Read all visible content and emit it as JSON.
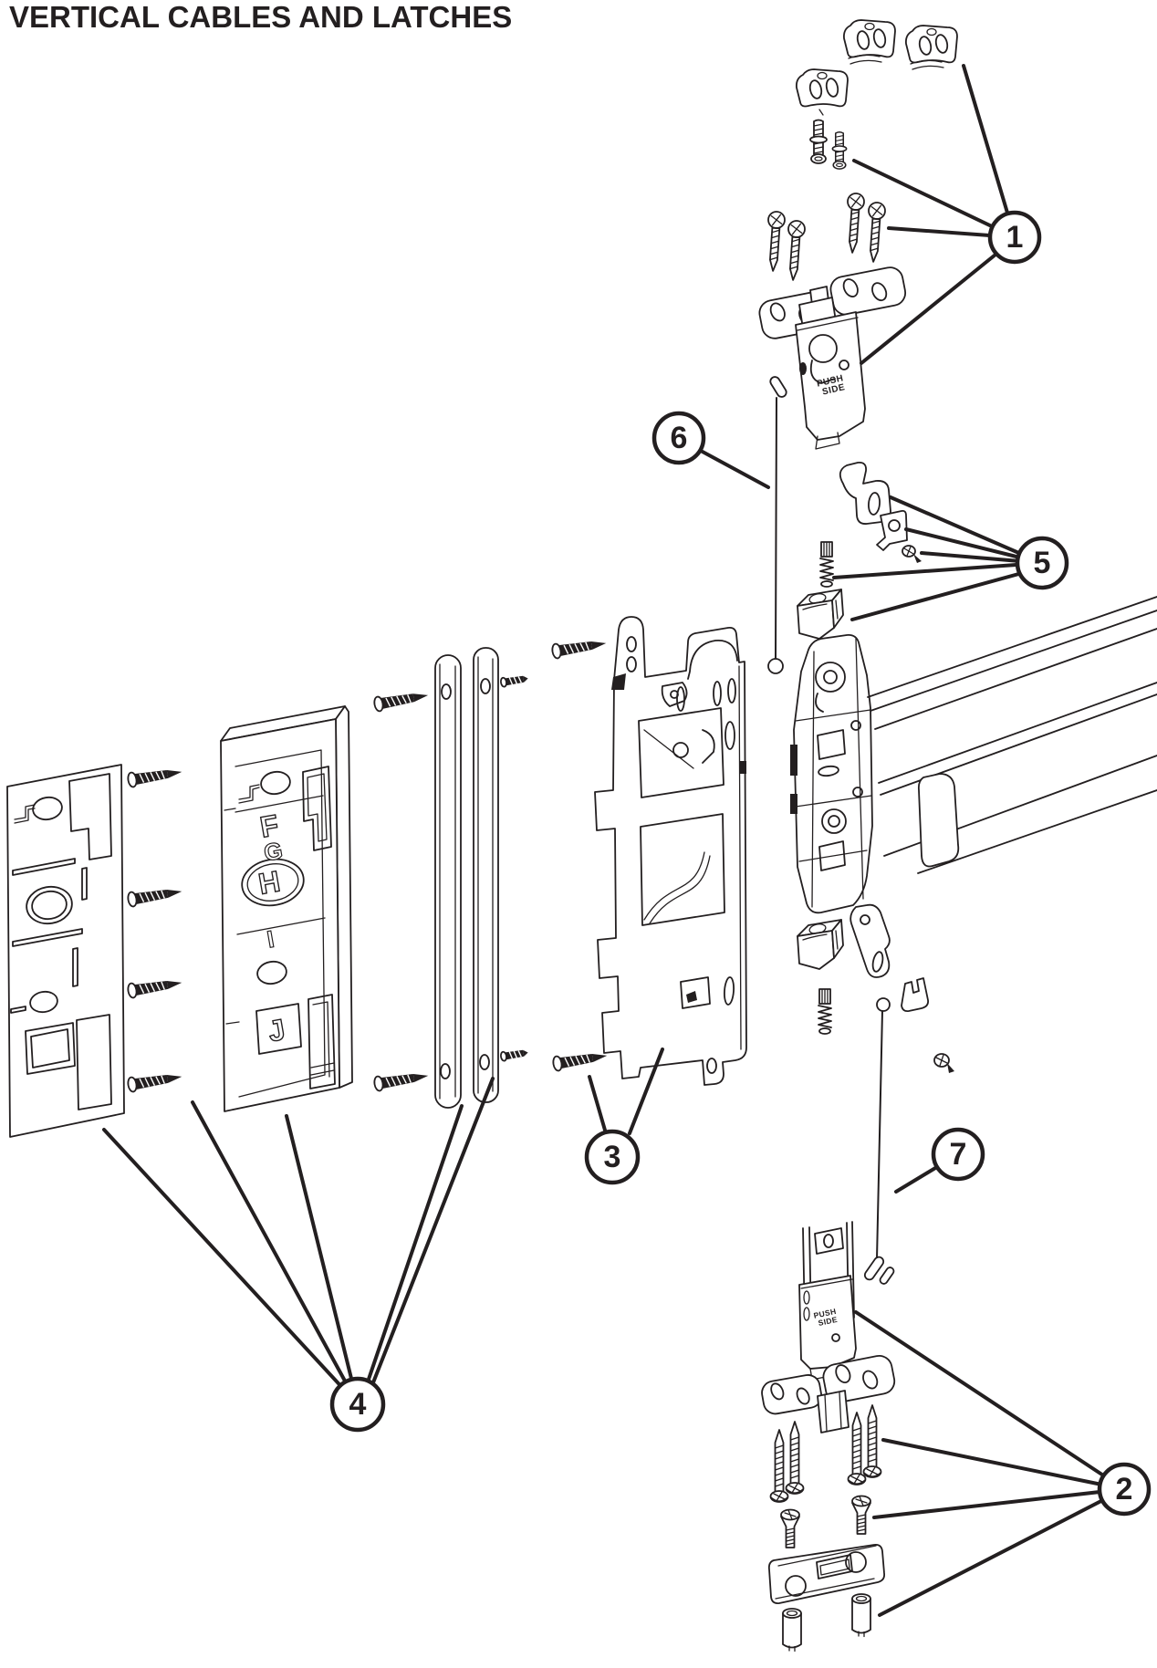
{
  "title": "VERTICAL CABLES AND LATCHES",
  "colors": {
    "line": "#231f20",
    "background": "#ffffff"
  },
  "callouts": [
    {
      "label": "1"
    },
    {
      "label": "2"
    },
    {
      "label": "3"
    },
    {
      "label": "4"
    },
    {
      "label": "5"
    },
    {
      "label": "6"
    },
    {
      "label": "7"
    }
  ],
  "plate_letters": [
    "F",
    "G",
    "H",
    "I",
    "J"
  ],
  "latch_labels": {
    "top": {
      "line1": "PUSH",
      "line2": "SIDE"
    },
    "bottom": {
      "line1": "PUSH",
      "line2": "SIDE"
    }
  }
}
